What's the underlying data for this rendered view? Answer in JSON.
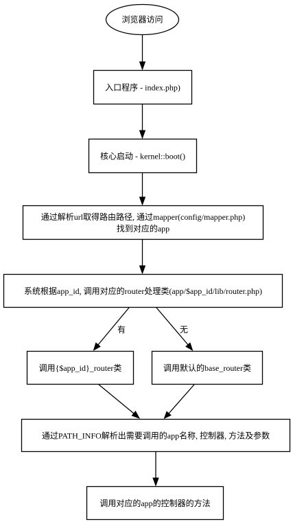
{
  "nodes": {
    "browser_access": "浏览器访问",
    "entry_program": "入口程序 - index.php)",
    "core_boot": "核心启动 - kernel::boot()",
    "parse_url_line1": "通过解析url取得路由路径, 通过mapper(config/mapper.php)",
    "parse_url_line2": "找到对应的app",
    "call_router": "系统根据app_id, 调用对应的router处理类(app/$app_id/lib/router.php)",
    "app_router": "调用{$app_id}_router类",
    "base_router": "调用默认的base_router类",
    "path_info": "通过PATH_INFO解析出需要调用的app名称, 控制器, 方法及参数",
    "controller_method": "调用对应的app的控制器的方法"
  },
  "edges": {
    "yes_label": "有",
    "no_label": "无"
  }
}
